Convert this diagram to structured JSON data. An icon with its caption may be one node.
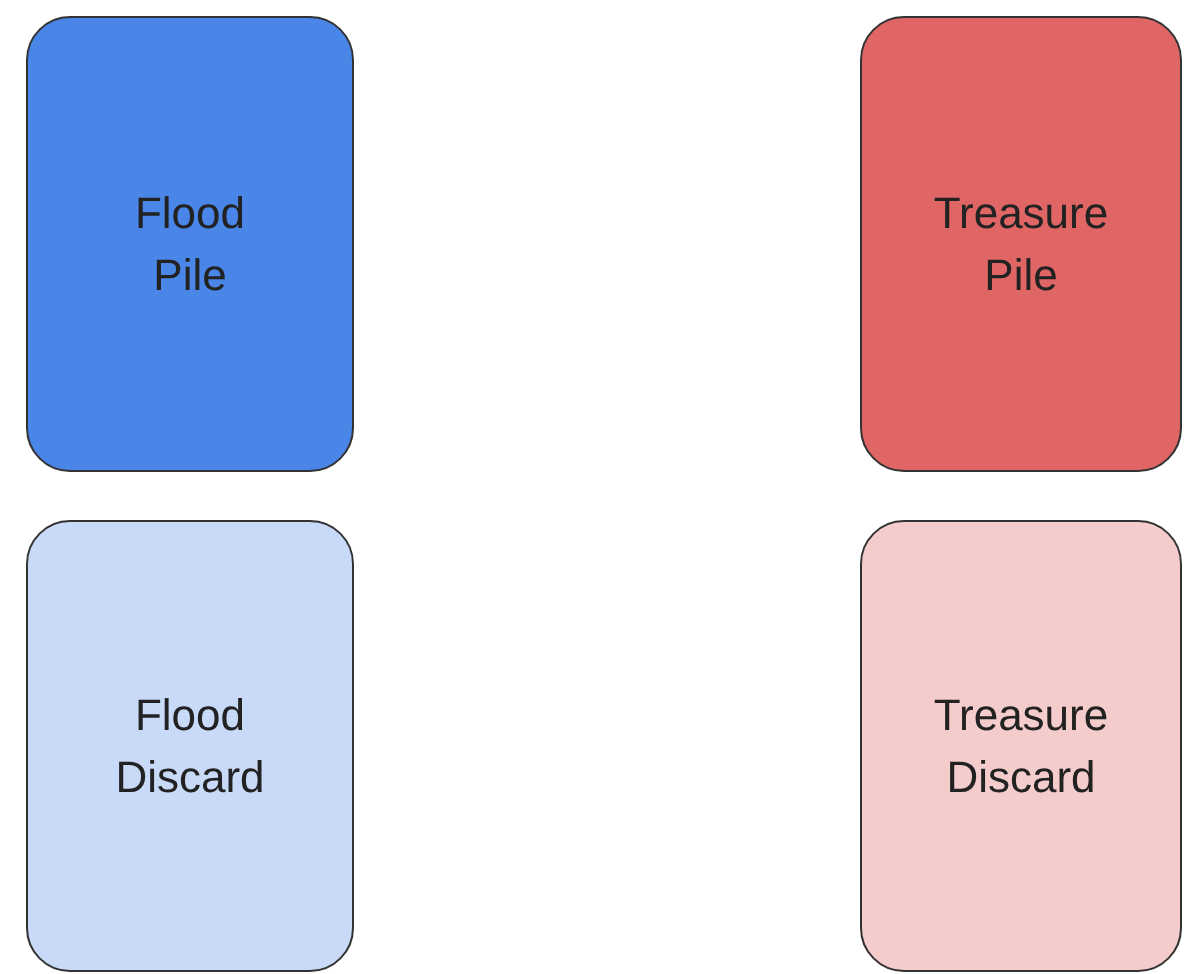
{
  "diagram": {
    "nodes": [
      {
        "text": [
          "Flood Pile"
        ]
      },
      {
        "text": [
          "Treasure Pile"
        ]
      },
      {
        "text": [
          "Flood Discard"
        ]
      },
      {
        "text": [
          "Treasure Discard"
        ]
      }
    ]
  }
}
